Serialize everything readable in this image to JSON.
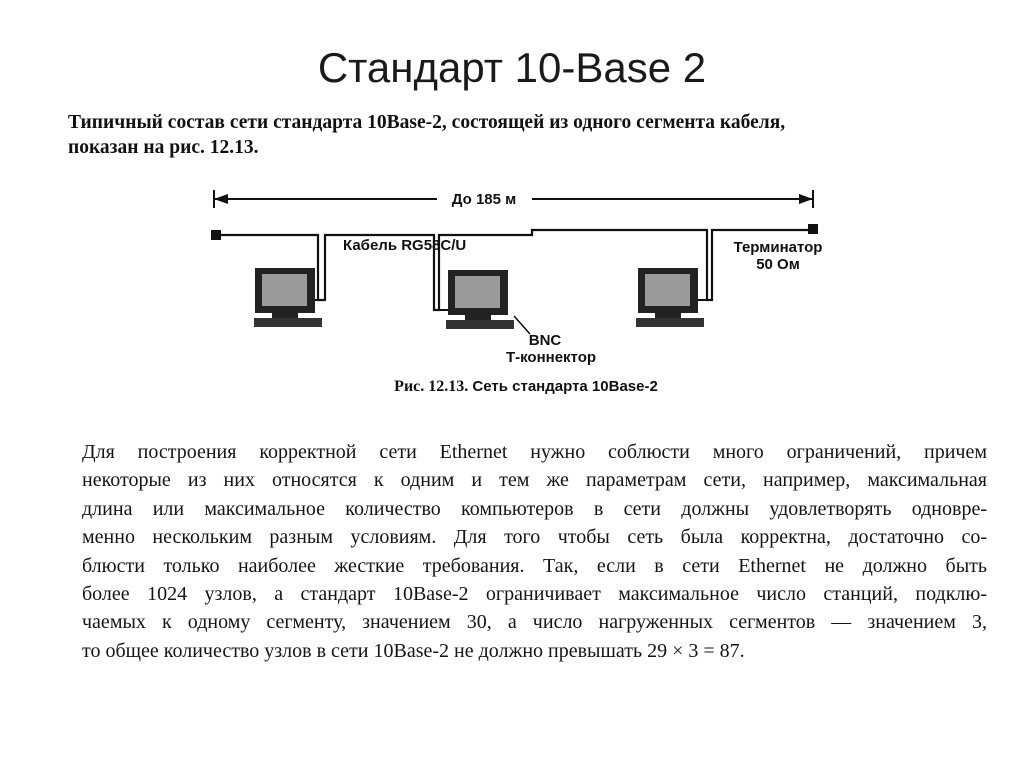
{
  "slide": {
    "title": "Стандарт 10-Base 2"
  },
  "intro": {
    "lines": [
      "Типичный состав сети стандарта 10Base-2, состоящей из одного сегмента кабеля,",
      "показан на рис. 12.13."
    ]
  },
  "figure": {
    "distance_label": "До 185 м",
    "cable_label": "Кабель RG58C/U",
    "terminator_label_line1": "Терминатор",
    "terminator_label_line2": "50 Ом",
    "bnc_label_line1": "BNC",
    "bnc_label_line2": "Т-коннектор",
    "caption_bold": "Рис. 12.13.",
    "caption_text": " Сеть стандарта 10Base-2",
    "computers_count": 3,
    "icons": [
      "computer-icon",
      "computer-icon",
      "computer-icon",
      "terminator-icon",
      "terminator-icon"
    ]
  },
  "body": {
    "lines": [
      "Для построения корректной сети Ethernet нужно соблюсти много ограничений, причем",
      "некоторые из них относятся к одним и тем же параметрам сети, например, максимальная",
      "длина или максимальное количество компьютеров в сети должны удовлетворять одновре-",
      "менно нескольким разным условиям. Для того чтобы сеть была корректна, достаточно со-",
      "блюсти только наиболее жесткие требования. Так, если в сети Ethernet не должно быть",
      "более 1024 узлов, а стандарт 10Base-2 ограничивает максимальное число станций, подклю-",
      "чаемых к одному сегменту, значением 30, а число нагруженных сегментов — значением 3,",
      "то общее количество узлов в сети 10Base-2 не должно превышать 29 × 3 = 87."
    ]
  }
}
